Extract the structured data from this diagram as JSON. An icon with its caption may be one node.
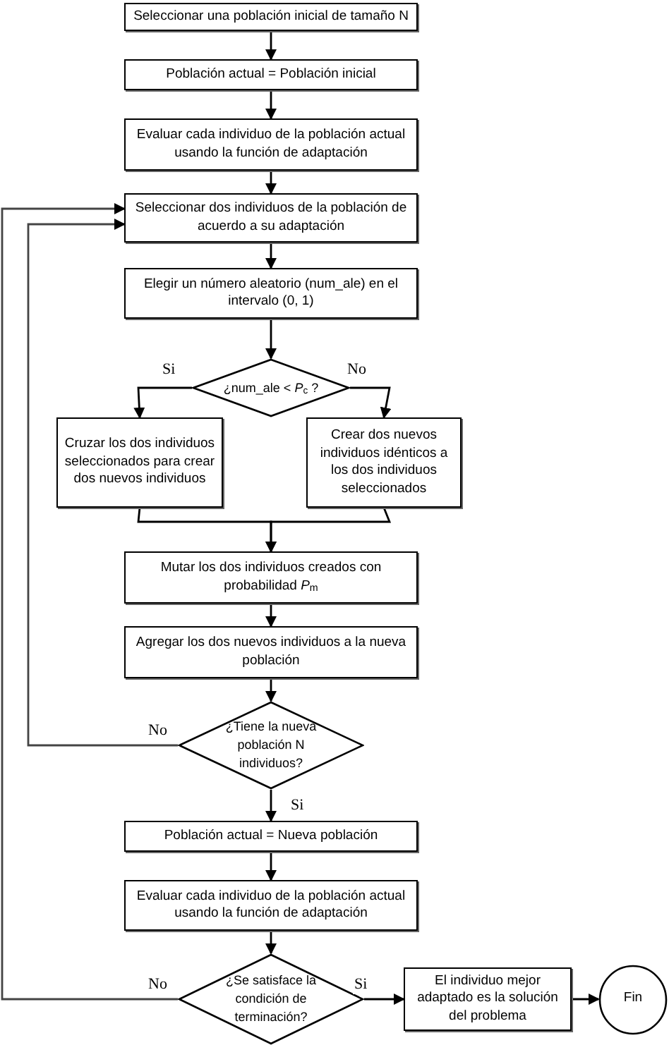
{
  "diagram": {
    "nodes": [
      {
        "text": [
          "Seleccionar una población inicial de tamaño N"
        ]
      },
      {
        "text": [
          "Población actual = Población inicial"
        ]
      },
      {
        "text": [
          "Evaluar cada individuo de la población actual usando la función de adaptación"
        ]
      },
      {
        "text": [
          "Seleccionar dos individuos de la población de acuerdo a su adaptación"
        ]
      },
      {
        "text": [
          "Elegir un número aleatorio (num_ale) en el intervalo (0, 1)"
        ]
      },
      {
        "text": [
          "¿num_ale < *P*$_{c}$ ?"
        ]
      },
      {
        "text": [
          "Cruzar los dos individuos seleccionados para crear dos nuevos individuos"
        ]
      },
      {
        "text": [
          "Crear dos nuevos individuos idénticos a los dos individuos seleccionados"
        ]
      },
      {
        "text": [
          "Mutar los dos individuos creados con probabilidad *P*$_{m}$"
        ]
      },
      {
        "text": [
          "Agregar los dos nuevos individuos a la nueva población"
        ]
      },
      {
        "text": [
          "¿Tiene la nueva población N individuos?"
        ]
      },
      {
        "text": [
          "Población actual = Nueva población"
        ]
      },
      {
        "text": [
          "Evaluar cada individuo de la población actual usando la función de adaptación"
        ]
      },
      {
        "text": [
          "¿Se satisface la condición de terminación?"
        ]
      },
      {
        "text": [
          "El individuo mejor adaptado es la solución del problema"
        ]
      },
      {
        "text": [
          "Fin"
        ]
      }
    ],
    "edges": [
      {
        "from": 0,
        "to": 1,
        "arrow": "to"
      },
      {
        "from": 1,
        "to": 2,
        "arrow": "to"
      },
      {
        "from": 2,
        "to": 3,
        "arrow": "to"
      },
      {
        "from": 3,
        "to": 4,
        "arrow": "to"
      },
      {
        "from": 4,
        "to": 5,
        "arrow": "to"
      },
      {
        "from": 5,
        "to": 6,
        "arrow": "to",
        "label": "Si"
      },
      {
        "from": 5,
        "to": 7,
        "arrow": "to",
        "label": "No"
      },
      {
        "from": 6,
        "to": 8,
        "arrow": "to"
      },
      {
        "from": 7,
        "to": 8,
        "arrow": "to"
      },
      {
        "from": 8,
        "to": 9,
        "arrow": "to"
      },
      {
        "from": 9,
        "to": 10,
        "arrow": "to"
      },
      {
        "from": 10,
        "to": 3,
        "arrow": "to",
        "label": "No"
      },
      {
        "from": 10,
        "to": 11,
        "arrow": "to",
        "label": "Si"
      },
      {
        "from": 11,
        "to": 12,
        "arrow": "to"
      },
      {
        "from": 12,
        "to": 13,
        "arrow": "to"
      },
      {
        "from": 13,
        "to": 3,
        "arrow": "to",
        "label": "No"
      },
      {
        "from": 13,
        "to": 14,
        "arrow": "to",
        "label": "Si"
      },
      {
        "from": 14,
        "to": 15,
        "arrow": "to"
      }
    ]
  }
}
